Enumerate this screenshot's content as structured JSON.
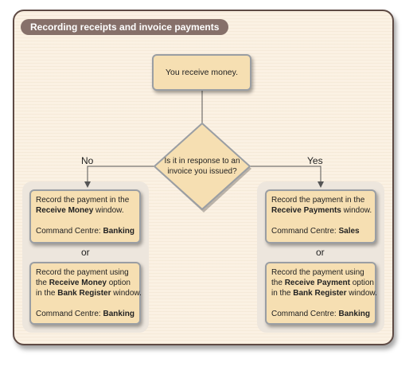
{
  "title": "Recording receipts and invoice payments",
  "start_node": "You receive money.",
  "decision": {
    "line1": "Is it in response to an",
    "line2": "invoice you issued?"
  },
  "branch_no": "No",
  "branch_yes": "Yes",
  "or_text": "or",
  "left_box_1": {
    "l1": "Record the payment in the",
    "l2_bold": "Receive Money",
    "l2_rest": " window.",
    "cc_label": "Command Centre: ",
    "cc_value": "Banking"
  },
  "left_box_2": {
    "l1": "Record the payment using",
    "l2_pre": "the ",
    "l2_bold": "Receive Money",
    "l2_rest": " option",
    "l3_pre": "in the ",
    "l3_bold": "Bank Register",
    "l3_rest": " window.",
    "cc_label": "Command Centre: ",
    "cc_value": "Banking"
  },
  "right_box_1": {
    "l1": "Record the payment in the",
    "l2_bold": "Receive Payments",
    "l2_rest": " window.",
    "cc_label": "Command Centre: ",
    "cc_value": "Sales"
  },
  "right_box_2": {
    "l1": "Record the payment using",
    "l2_pre": "the ",
    "l2_bold": "Receive Payment",
    "l2_rest": " option",
    "l3_pre": "in the ",
    "l3_bold": "Bank Register",
    "l3_rest": " window.",
    "cc_label": "Command Centre: ",
    "cc_value": "Banking"
  }
}
